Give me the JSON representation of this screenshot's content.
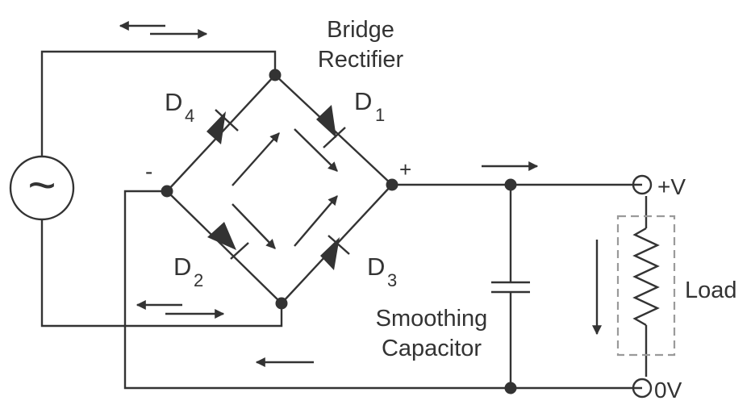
{
  "labels": {
    "bridge_line1": "Bridge",
    "bridge_line2": "Rectifier",
    "d1": "D",
    "d1_sub": "1",
    "d2": "D",
    "d2_sub": "2",
    "d3": "D",
    "d3_sub": "3",
    "d4": "D",
    "d4_sub": "4",
    "plus": "+",
    "minus": "-",
    "vplus": "+V",
    "v0": "0V",
    "load": "Load",
    "smoothing_line1": "Smoothing",
    "smoothing_line2": "Capacitor",
    "source_symbol": "~"
  },
  "colors": {
    "line": "#333333",
    "dashed": "#9a9a9a",
    "background": "#ffffff"
  }
}
